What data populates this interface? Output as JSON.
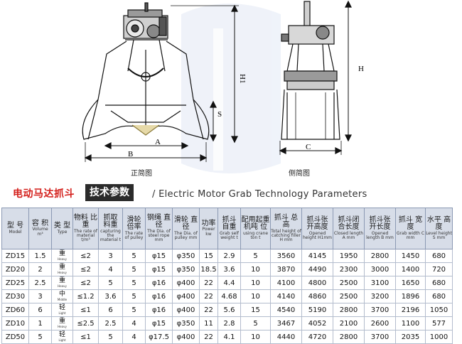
{
  "drawings": {
    "front_view_label": "正简图",
    "side_view_label": "侧简图",
    "dim_labels": {
      "h1": "H1",
      "s": "S",
      "a": "A",
      "b": "B",
      "h": "H",
      "c": "C"
    }
  },
  "title": {
    "cn_red": "电动马达抓斗",
    "cn_highlight": "技术参数",
    "en": "/ Electric Motor Grab  Technology Parameters"
  },
  "table": {
    "headers": [
      {
        "cn": "型 号",
        "en": "Model"
      },
      {
        "cn": "容 积",
        "en": "Volume m³"
      },
      {
        "cn": "类 型",
        "en": "Type"
      },
      {
        "cn": "物料 比重",
        "en": "The rate of material t/m³"
      },
      {
        "cn": "抓取 料重",
        "en": "capturing the material t"
      },
      {
        "cn": "滑轮 倍率",
        "en": "The rate of pulley"
      },
      {
        "cn": "钢绳 直径",
        "en": "The Dia. of steel rope mm"
      },
      {
        "cn": "滑轮 直径",
        "en": "The Dia. of pulley mm"
      },
      {
        "cn": "功率",
        "en": "Power kw"
      },
      {
        "cn": "抓斗 自重",
        "en": "Grab self weight t"
      },
      {
        "cn": "配用起重 机吨 位",
        "en": "using crane ton t"
      },
      {
        "cn": "抓斗 总高",
        "en": "Total height of catching filler H mm"
      },
      {
        "cn": "抓斗张 开高度",
        "en": "Opened height H1mm"
      },
      {
        "cn": "抓斗闭 合长度",
        "en": "Closed length A mm"
      },
      {
        "cn": "抓斗张 开长度",
        "en": "Opened length B mm"
      },
      {
        "cn": "抓斗 宽度",
        "en": "Grab width C mm"
      },
      {
        "cn": "水平 高度",
        "en": "Level height S mm"
      }
    ],
    "rows": [
      {
        "model": "ZD15",
        "volume": "1.5",
        "type_cn": "重",
        "type_en": "Heavy",
        "rate": "≤2",
        "capture": "3",
        "pulley_rate": "5",
        "rope_dia": "φ15",
        "pulley_dia": "φ350",
        "power": "15",
        "weight": "2.9",
        "crane": "5",
        "total_h": "3560",
        "open_h": "4145",
        "closed_len": "1950",
        "open_len": "2800",
        "width": "1450",
        "level_h": "680"
      },
      {
        "model": "ZD20",
        "volume": "2",
        "type_cn": "重",
        "type_en": "Heavy",
        "rate": "≤2",
        "capture": "4",
        "pulley_rate": "5",
        "rope_dia": "φ15",
        "pulley_dia": "φ350",
        "power": "18.5",
        "weight": "3.6",
        "crane": "10",
        "total_h": "3870",
        "open_h": "4490",
        "closed_len": "2300",
        "open_len": "3000",
        "width": "1400",
        "level_h": "720"
      },
      {
        "model": "ZD25",
        "volume": "2.5",
        "type_cn": "重",
        "type_en": "Heavy",
        "rate": "≤2",
        "capture": "5",
        "pulley_rate": "5",
        "rope_dia": "φ16",
        "pulley_dia": "φ400",
        "power": "22",
        "weight": "4.4",
        "crane": "10",
        "total_h": "4100",
        "open_h": "4800",
        "closed_len": "2500",
        "open_len": "3100",
        "width": "1650",
        "level_h": "680"
      },
      {
        "model": "ZD30",
        "volume": "3",
        "type_cn": "中",
        "type_en": "Middle",
        "rate": "≤1.2",
        "capture": "3.6",
        "pulley_rate": "5",
        "rope_dia": "φ16",
        "pulley_dia": "φ400",
        "power": "22",
        "weight": "4.68",
        "crane": "10",
        "total_h": "4140",
        "open_h": "4860",
        "closed_len": "2500",
        "open_len": "3200",
        "width": "1896",
        "level_h": "680"
      },
      {
        "model": "ZD60",
        "volume": "6",
        "type_cn": "轻",
        "type_en": "Light",
        "rate": "≤1",
        "capture": "6",
        "pulley_rate": "5",
        "rope_dia": "φ16",
        "pulley_dia": "φ400",
        "power": "22",
        "weight": "5.6",
        "crane": "15",
        "total_h": "4540",
        "open_h": "5190",
        "closed_len": "2800",
        "open_len": "3700",
        "width": "2196",
        "level_h": "1050"
      },
      {
        "model": "ZD10",
        "volume": "1",
        "type_cn": "重",
        "type_en": "Heavy",
        "rate": "≤2.5",
        "capture": "2.5",
        "pulley_rate": "4",
        "rope_dia": "φ15",
        "pulley_dia": "φ350",
        "power": "11",
        "weight": "2.8",
        "crane": "5",
        "total_h": "3467",
        "open_h": "4052",
        "closed_len": "2100",
        "open_len": "2600",
        "width": "1100",
        "level_h": "577"
      },
      {
        "model": "ZD50",
        "volume": "5",
        "type_cn": "轻",
        "type_en": "Light",
        "rate": "≤1",
        "capture": "5",
        "pulley_rate": "4",
        "rope_dia": "φ17.5",
        "pulley_dia": "φ400",
        "power": "22",
        "weight": "4.1",
        "crane": "10",
        "total_h": "4440",
        "open_h": "4720",
        "closed_len": "2800",
        "open_len": "3700",
        "width": "2035",
        "level_h": "1000"
      }
    ]
  },
  "colors": {
    "title_red": "#d4201c",
    "title_dark_bg": "#2b2b2b",
    "header_bg": "#d7dde8",
    "watermark": "#a9b9d8"
  }
}
